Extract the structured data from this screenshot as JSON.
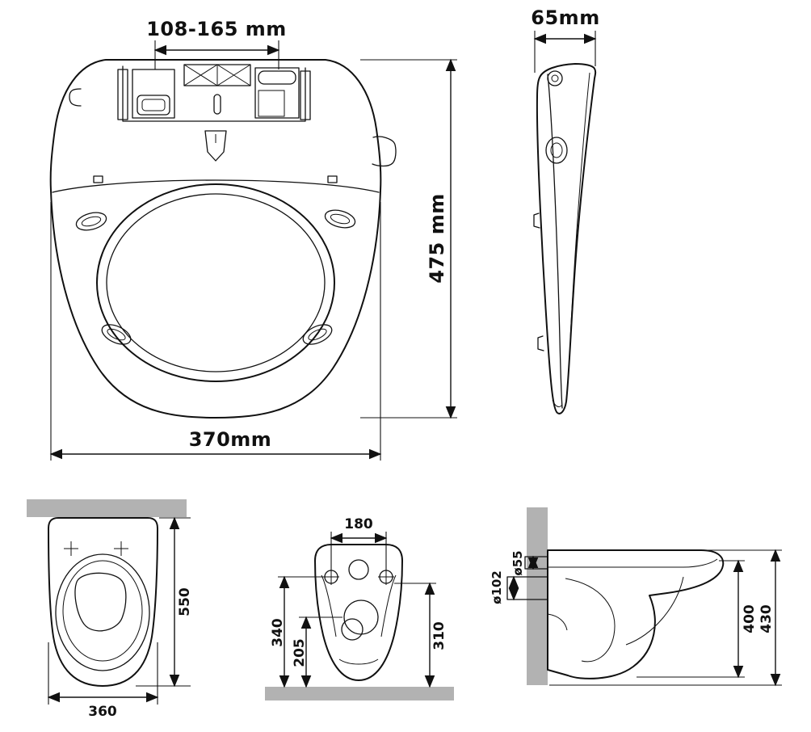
{
  "colors": {
    "line": "#111111",
    "wall": "#b2b2b2",
    "background": "#ffffff"
  },
  "views": {
    "seat_top": {
      "hinge_spacing": "108-165 mm",
      "length": "475 mm",
      "width": "370mm"
    },
    "seat_side": {
      "thickness": "65mm"
    },
    "bowl_front": {
      "depth": "550",
      "width": "360"
    },
    "bowl_underside": {
      "bolt_spacing": "180",
      "height_left_outer": "340",
      "height_left_inner": "205",
      "height_right": "310"
    },
    "bowl_side": {
      "inlet_diameter": "ø55",
      "outlet_diameter": "ø102",
      "height_inner": "400",
      "height_outer": "430"
    }
  }
}
